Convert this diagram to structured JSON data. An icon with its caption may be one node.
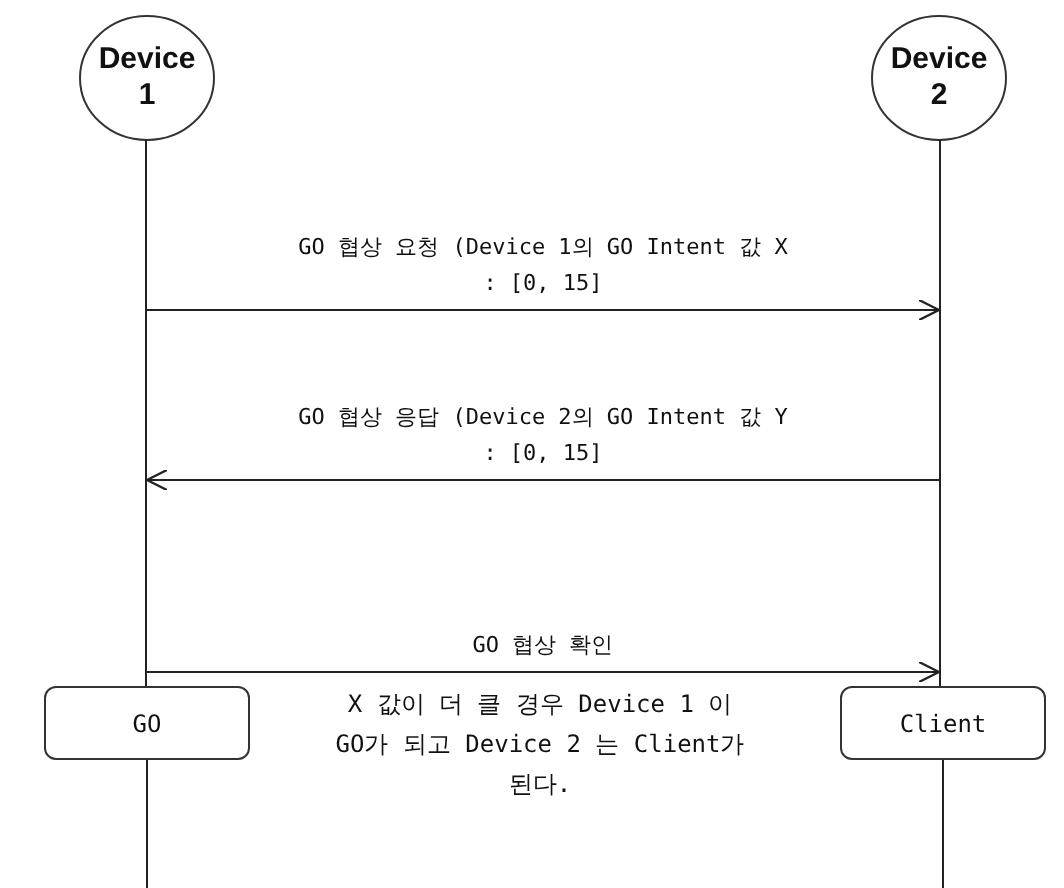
{
  "diagram": {
    "nodes": [
      {
        "text": [
          "Device 1"
        ]
      },
      {
        "text": [
          "Device 2"
        ]
      },
      {
        "text": [],
        "shape": "line"
      },
      {
        "text": [],
        "shape": "line"
      },
      {
        "text": [
          "GO"
        ]
      },
      {
        "text": [
          "Client"
        ]
      }
    ],
    "edges": [
      {
        "from": 2,
        "to": 3,
        "arrow": "to",
        "label": "GO 협상 요청 (Device 1의 GO Intent 값 X : [0, 15]"
      },
      {
        "from": 3,
        "to": 2,
        "arrow": "to",
        "label": "GO 협상 응답 (Device 2의 GO Intent 값 Y : [0, 15]"
      },
      {
        "from": 2,
        "to": 3,
        "arrow": "to",
        "label": "GO 협상 확인"
      },
      {
        "from": 4,
        "to": null,
        "arrow": "none"
      },
      {
        "from": 5,
        "to": null,
        "arrow": "none"
      }
    ],
    "labels": [
      "X 값이 더 클 경우 Device 1 이 GO가 되고 Device 2 는 Client가 된다."
    ]
  }
}
